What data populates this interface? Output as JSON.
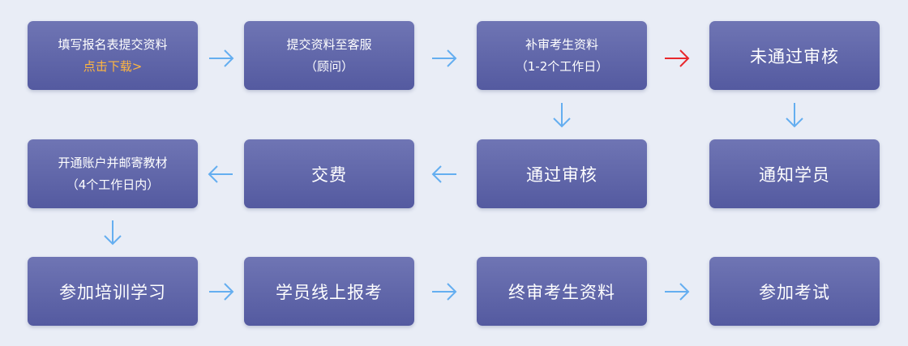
{
  "colors": {
    "background": "#e9edf6",
    "box_top": "#6f75b4",
    "box_bottom": "#545aa0",
    "arrow_normal": "#64aef0",
    "arrow_fail": "#e8282c",
    "link_text": "#ffb640"
  },
  "steps": {
    "fill_form": {
      "line1": "填写报名表提交资料",
      "link": "点击下载>"
    },
    "submit_to_service": {
      "line1": "提交资料至客服",
      "line2": "（顾问）"
    },
    "supplement": {
      "line1": "补审考生资料",
      "line2": "（1-2个工作日）"
    },
    "not_approved": {
      "label": "未通过审核"
    },
    "open_account": {
      "line1": "开通账户并邮寄教材",
      "line2": "（4个工作日内）"
    },
    "payment": {
      "label": "交费"
    },
    "approved": {
      "label": "通过审核"
    },
    "notify": {
      "label": "通知学员"
    },
    "training": {
      "label": "参加培训学习"
    },
    "online_apply": {
      "label": "学员线上报考"
    },
    "final_review": {
      "label": "终审考生资料"
    },
    "exam": {
      "label": "参加考试"
    }
  }
}
